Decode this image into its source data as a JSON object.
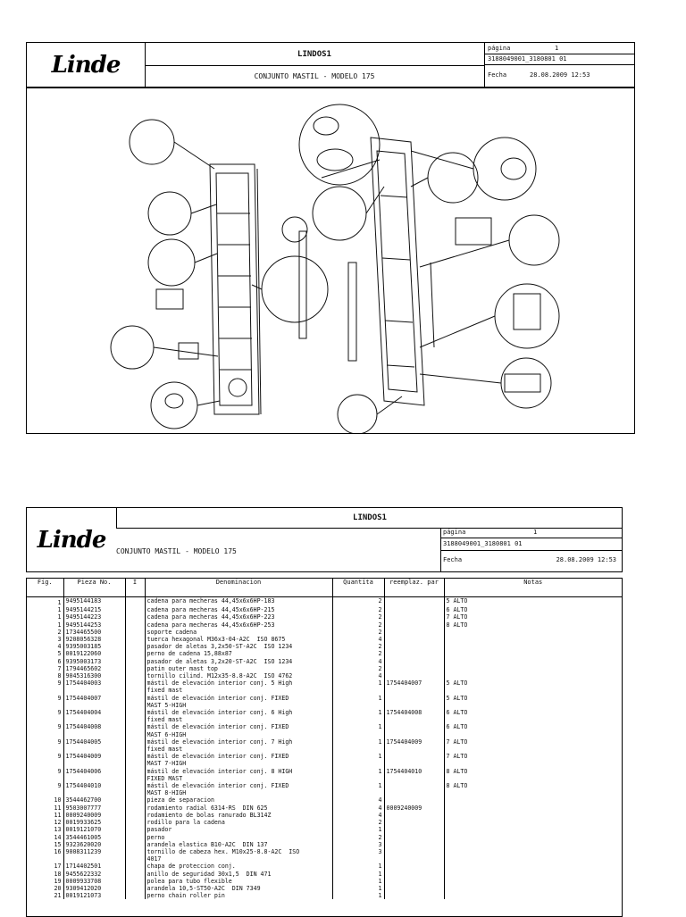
{
  "header": {
    "logo": "Linde",
    "doc_code": "LINDOS1",
    "title": "CONJUNTO MASTIL - MODELO 175",
    "pagina_label": "página",
    "pagina_value": "1",
    "ref": "3188049001_3180801 01",
    "fecha_label": "Fecha",
    "fecha_value": "28.08.2009  12:53"
  },
  "table": {
    "headers": [
      "Fig.",
      "Pieza No.",
      "I",
      "Denominacion",
      "Quantita",
      "reemplaz. par",
      "Notas"
    ],
    "rows": [
      [
        "1",
        "9495144183",
        "",
        "cadena para mecheras 44,45x6x6HP-183",
        "2",
        "",
        "5 ALTO"
      ],
      [
        "1",
        "9495144215",
        "",
        "cadena para mecheras 44,45x6x6HP-215",
        "2",
        "",
        "6 ALTO"
      ],
      [
        "1",
        "9495144223",
        "",
        "cadena para mecheras 44,45x6x6HP-223",
        "2",
        "",
        "7 ALTO"
      ],
      [
        "1",
        "9495144253",
        "",
        "cadena para mecheras 44,45x6x6HP-253",
        "2",
        "",
        "8 ALTO"
      ],
      [
        "2",
        "1734465500",
        "",
        "soporte cadena",
        "2",
        "",
        ""
      ],
      [
        "3",
        "9208056328",
        "",
        "tuerca hexagonal M36x3-04-A2C  ISO 8675",
        "4",
        "",
        ""
      ],
      [
        "4",
        "9395003185",
        "",
        "pasador de aletas 3,2x50-ST-A2C  ISO 1234",
        "2",
        "",
        ""
      ],
      [
        "5",
        "0019122060",
        "",
        "perno de cadena 15,88x87",
        "2",
        "",
        ""
      ],
      [
        "6",
        "9395003173",
        "",
        "pasador de aletas 3,2x20-ST-A2C  ISO 1234",
        "4",
        "",
        ""
      ],
      [
        "7",
        "1794465602",
        "",
        "patin outer mast top",
        "2",
        "",
        ""
      ],
      [
        "8",
        "9045316300",
        "",
        "tornillo cilind. M12x35-8.8-A2C  ISO 4762",
        "4",
        "",
        ""
      ],
      [
        "9",
        "1754404003",
        "",
        "mástil de elevación interior conj. 5 High\nfixed mast",
        "1",
        "1754404007",
        "5 ALTO"
      ],
      [
        "9",
        "1754404007",
        "",
        "mástil de elevación interior conj. FIXED\nMAST 5-HIGH",
        "1",
        "",
        "5 ALTO"
      ],
      [
        "9",
        "1754404004",
        "",
        "mástil de elevación interior conj. 6 High\nfixed mast",
        "1",
        "1754404008",
        "6 ALTO"
      ],
      [
        "9",
        "1754404008",
        "",
        "mástil de elevación interior conj. FIXED\nMAST 6-HIGH",
        "1",
        "",
        "6 ALTO"
      ],
      [
        "9",
        "1754404005",
        "",
        "mástil de elevación interior conj. 7 High\nfixed mast",
        "1",
        "1754404009",
        "7 ALTO"
      ],
      [
        "9",
        "1754404009",
        "",
        "mástil de elevación interior conj. FIXED\nMAST 7-HIGH",
        "1",
        "",
        "7 ALTO"
      ],
      [
        "9",
        "1754404006",
        "",
        "mástil de elevación interior conj. 8 HIGH\nFIXED MAST",
        "1",
        "1754404010",
        "8 ALTO"
      ],
      [
        "9",
        "1754404010",
        "",
        "mástil de elevación interior conj. FIXED\nMAST 8-HIGH",
        "1",
        "",
        "8 ALTO"
      ],
      [
        "10",
        "3544462700",
        "",
        "pieza de separacion",
        "4",
        "",
        ""
      ],
      [
        "11",
        "9503007777",
        "",
        "rodamiento radial 6314-RS  DIN 625",
        "4",
        "0009240009",
        ""
      ],
      [
        "11",
        "0009240009",
        "",
        "rodamiento de bolas ranurado BL314Z",
        "4",
        "",
        ""
      ],
      [
        "12",
        "0019933625",
        "",
        "rodillo para la cadena",
        "2",
        "",
        ""
      ],
      [
        "13",
        "0019121070",
        "",
        "pasador",
        "1",
        "",
        ""
      ],
      [
        "14",
        "3544461005",
        "",
        "perno",
        "2",
        "",
        ""
      ],
      [
        "15",
        "9323620020",
        "",
        "arandela elastica B10-A2C  DIN 137",
        "3",
        "",
        ""
      ],
      [
        "16",
        "9008311239",
        "",
        "tornillo de cabeza hex. M10x25-8.8-A2C  ISO\n4017",
        "3",
        "",
        ""
      ],
      [
        "17",
        "1714402501",
        "",
        "chapa de proteccion conj.",
        "1",
        "",
        ""
      ],
      [
        "18",
        "9455622332",
        "",
        "anillo de seguridad 30x1,5  DIN 471",
        "1",
        "",
        ""
      ],
      [
        "19",
        "0009933708",
        "",
        "polea para tubo flexible",
        "1",
        "",
        ""
      ],
      [
        "20",
        "9309412020",
        "",
        "arandela 10,5-ST50-A2C  DIN 7349",
        "1",
        "",
        ""
      ],
      [
        "21",
        "0019121073",
        "",
        "perno chain roller pin",
        "1",
        "",
        ""
      ]
    ]
  }
}
